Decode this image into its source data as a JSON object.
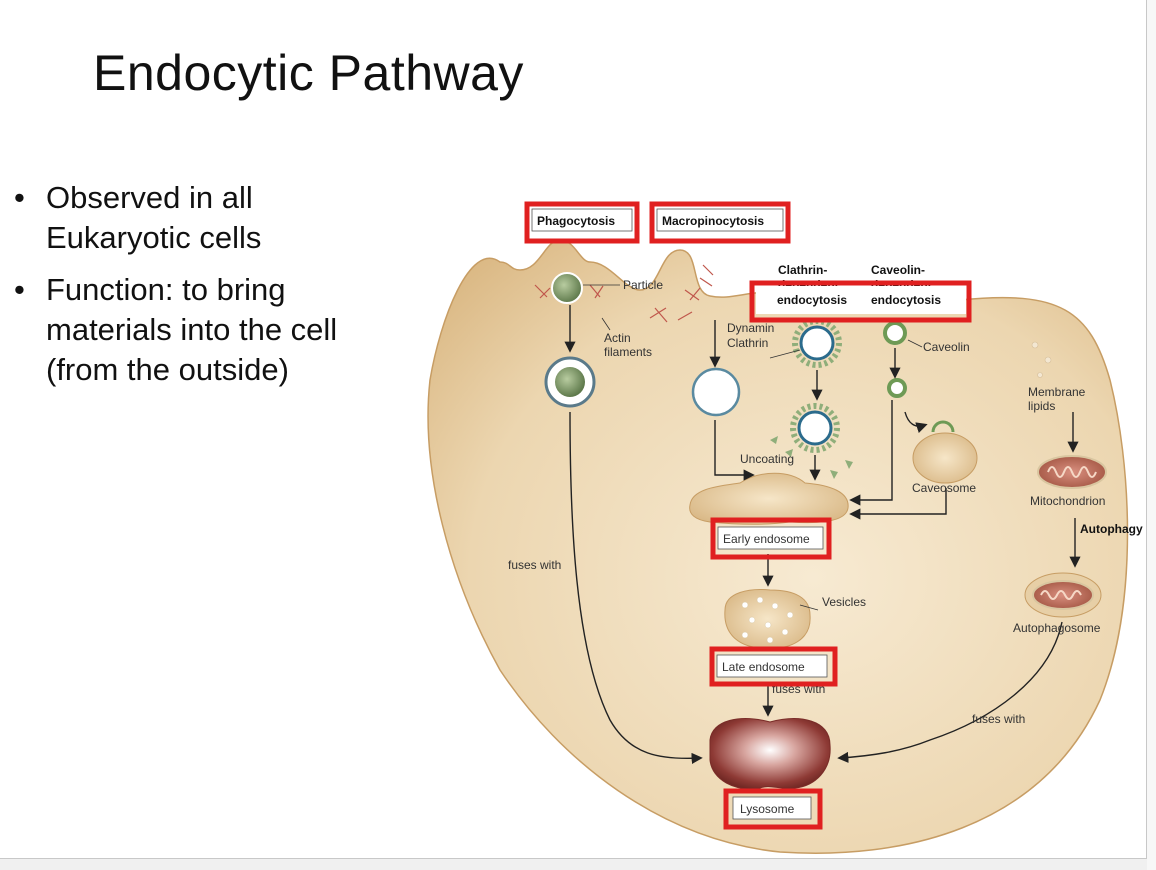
{
  "slide": {
    "title": "Endocytic Pathway",
    "bullets": [
      "Observed in all Eukaryotic cells",
      "Function: to bring materials into the cell (from the outside)"
    ]
  },
  "diagram": {
    "pathways": {
      "phagocytosis": "Phagocytosis",
      "macropinocytosis": "Macropinocytosis",
      "clathrin_line1": "Clathrin-",
      "clathrin_line2": "dependent",
      "clathrin_line3": "endocytosis",
      "caveolin_line1": "Caveolin-",
      "caveolin_line2": "dependent",
      "caveolin_line3": "endocytosis"
    },
    "labels": {
      "particle": "Particle",
      "actin_1": "Actin",
      "actin_2": "filaments",
      "dynamin": "Dynamin",
      "clathrin": "Clathrin",
      "caveolin": "Caveolin",
      "uncoating": "Uncoating",
      "caveosome": "Caveosome",
      "membrane_lipids_1": "Membrane",
      "membrane_lipids_2": "lipids",
      "mitochondrion": "Mitochondrion",
      "autophagy": "Autophagy",
      "autophagosome": "Autophagosome",
      "early_endosome": "Early endosome",
      "vesicles": "Vesicles",
      "late_endosome": "Late endosome",
      "fuses_with_left": "fuses with",
      "fuses_with_center": "fuses with",
      "fuses_with_right": "fuses with",
      "lysosome": "Lysosome"
    },
    "highlight_color": "#e02020",
    "cell_color": "#ead3ad"
  }
}
